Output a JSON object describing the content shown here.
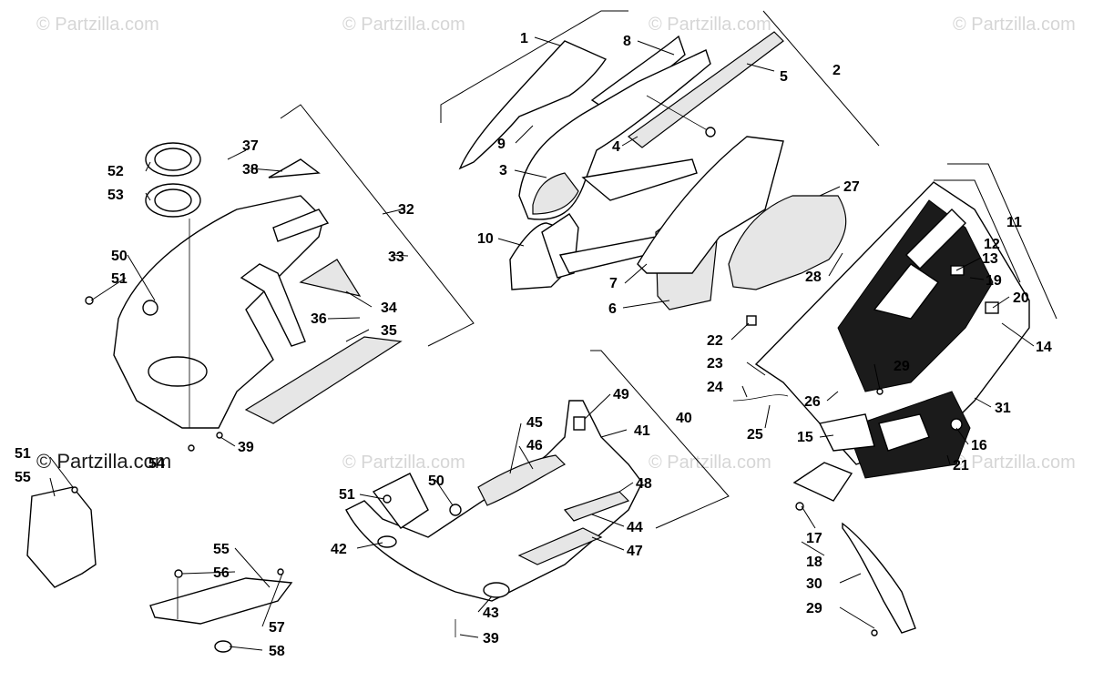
{
  "watermark": {
    "text": "© Partzilla.com",
    "diagram_stamp": "© Partzilla.com"
  },
  "callouts": {
    "c1": "1",
    "c2": "2",
    "c3": "3",
    "c4": "4",
    "c5": "5",
    "c6": "6",
    "c7": "7",
    "c8": "8",
    "c9": "9",
    "c10": "10",
    "c11": "11",
    "c12": "12",
    "c13": "13",
    "c14": "14",
    "c15": "15",
    "c16": "16",
    "c17": "17",
    "c18": "18",
    "c19": "19",
    "c20": "20",
    "c21": "21",
    "c22": "22",
    "c23": "23",
    "c24": "24",
    "c25": "25",
    "c26": "26",
    "c27": "27",
    "c28": "28",
    "c29": "29",
    "c30": "30",
    "c31": "31",
    "c32": "32",
    "c33": "33",
    "c34": "34",
    "c35": "35",
    "c36": "36",
    "c37": "37",
    "c38": "38",
    "c39": "39",
    "c40": "40",
    "c41": "41",
    "c42": "42",
    "c43": "43",
    "c44": "44",
    "c45": "45",
    "c46": "46",
    "c47": "47",
    "c48": "48",
    "c49": "49",
    "c50": "50",
    "c51": "51",
    "c52": "52",
    "c53": "53",
    "c54": "54",
    "c55": "55",
    "c56": "56",
    "c57": "57",
    "c58": "58"
  }
}
